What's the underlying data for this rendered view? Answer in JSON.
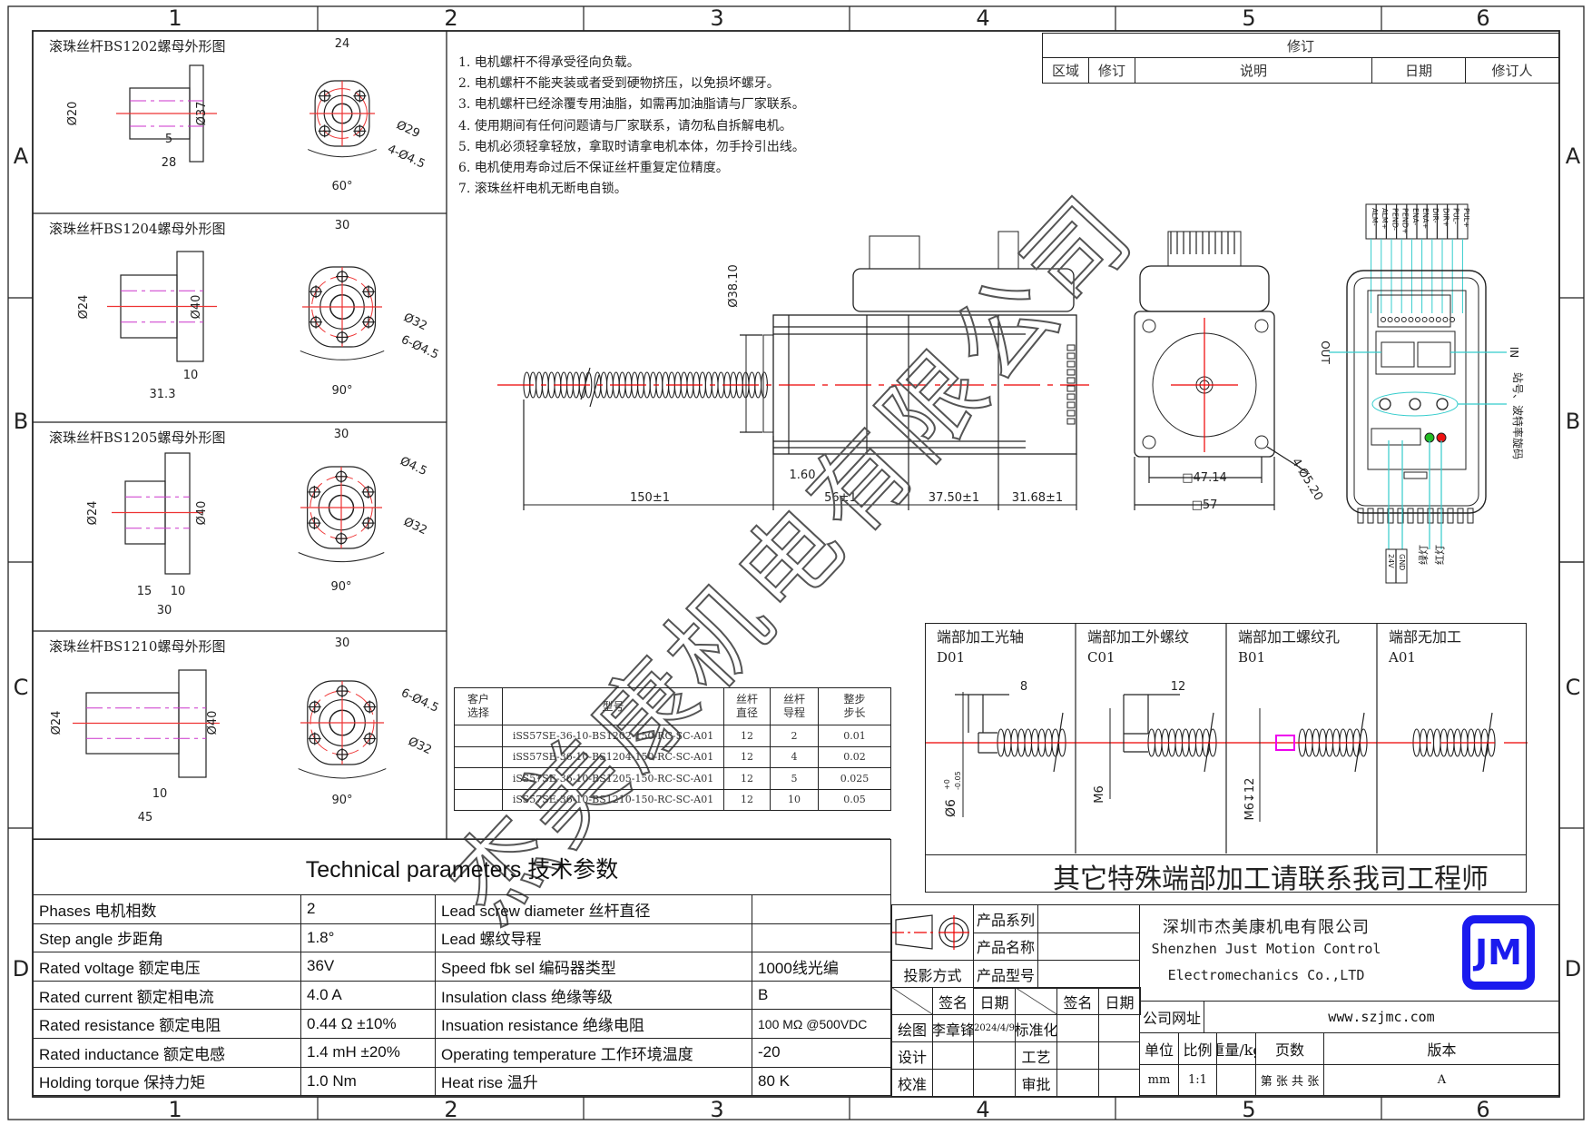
{
  "grid": {
    "columns": [
      "1",
      "2",
      "3",
      "4",
      "5",
      "6"
    ],
    "rows": [
      "A",
      "B",
      "C",
      "D"
    ]
  },
  "nut_panels": [
    {
      "title": "滚珠丝杆BS1202螺母外形图",
      "dims": [
        "Ø20",
        "Ø37",
        "5",
        "28",
        "24",
        "Ø29",
        "4-Ø4.5",
        "60°"
      ]
    },
    {
      "title": "滚珠丝杆BS1204螺母外形图",
      "dims": [
        "Ø24",
        "Ø40",
        "10",
        "31.3",
        "30",
        "Ø32",
        "6-Ø4.5",
        "90°"
      ]
    },
    {
      "title": "滚珠丝杆BS1205螺母外形图",
      "dims": [
        "Ø24",
        "Ø40",
        "15",
        "10",
        "30",
        "30",
        "Ø4.5",
        "Ø32",
        "90°"
      ]
    },
    {
      "title": "滚珠丝杆BS1210螺母外形图",
      "dims": [
        "Ø24",
        "Ø40",
        "10",
        "45",
        "30",
        "6-Ø4.5",
        "Ø32",
        "90°"
      ]
    }
  ],
  "notes": [
    "1. 电机螺杆不得承受径向负载。",
    "2. 电机螺杆不能夹装或者受到硬物挤压，以免损坏螺牙。",
    "3. 电机螺杆已经涂覆专用油脂，如需再加油脂请与厂家联系。",
    "4. 使用期间有任何问题请与厂家联系，请勿私自拆解电机。",
    "5. 电机必须轻拿轻放，拿取时请拿电机本体，勿手拎引出线。",
    "6. 电机使用寿命过后不保证丝杆重复定位精度。",
    "7. 滚珠丝杆电机无断电自锁。"
  ],
  "revision": {
    "title": "修订",
    "headers": [
      "区域",
      "修订",
      "说明",
      "日期",
      "修订人"
    ]
  },
  "motor_drawing": {
    "shaft_dia": "Ø38.10",
    "gap": "1.60",
    "screw_len": "150±1",
    "body_len": "56±1",
    "encoder_len": "37.50±1",
    "rear_len": "31.68±1",
    "hole_pitch": "□47.14",
    "flange": "□57",
    "holes": "4-Ø5.20"
  },
  "driver": {
    "terminals": [
      "ALM-",
      "ALM+",
      "PEND-",
      "PEND+",
      "ENA-",
      "ENA+",
      "DIR-",
      "DIR+",
      "PUL-",
      "PUL+"
    ],
    "out_label": "OUT",
    "in_label": "IN",
    "dial_label": "站号、波特率旋码",
    "power": [
      "24V",
      "GND"
    ],
    "leds": [
      "绿灯",
      "红灯"
    ],
    "colors": {
      "green_led": "#22bb22",
      "red_led": "#ee1111",
      "leader": "#33cccc"
    }
  },
  "model_table": {
    "headers": [
      "客户\n选择",
      "型号",
      "丝杆\n直径",
      "丝杆\n导程",
      "整步\n步长"
    ],
    "rows": [
      [
        "",
        "iSS57SE-36-10-BS1202-150-RC-SC-A01",
        "12",
        "2",
        "0.01"
      ],
      [
        "",
        "iSS57SE-36-10-BS1204-150-RC-SC-A01",
        "12",
        "4",
        "0.02"
      ],
      [
        "",
        "iSS57SE-36-10-BS1205-150-RC-SC-A01",
        "12",
        "5",
        "0.025"
      ],
      [
        "",
        "iSS57SE-36-10-BS1210-150-RC-SC-A01",
        "12",
        "10",
        "0.05"
      ]
    ]
  },
  "end_machining": {
    "panels": [
      {
        "title": "端部加工光轴",
        "code": "D01",
        "dim_len": "8",
        "dim_dia": "Ø6",
        "tol_up": "+0",
        "tol_low": "-0.05"
      },
      {
        "title": "端部加工外螺纹",
        "code": "C01",
        "dim_len": "12",
        "dim_dia": "M6"
      },
      {
        "title": "端部加工螺纹孔",
        "code": "B01",
        "dim_dia": "M6↧12"
      },
      {
        "title": "端部无加工",
        "code": "A01"
      }
    ],
    "footer": "其它特殊端部加工请联系我司工程师"
  },
  "tech_params": {
    "title": "Technical parameters 技术参数",
    "rows": [
      [
        "Phases 电机相数",
        "2",
        "Lead screw diameter 丝杆直径",
        ""
      ],
      [
        "Step angle 步距角",
        "1.8°",
        "Lead 螺纹导程",
        ""
      ],
      [
        "Rated voltage 额定电压",
        "36V",
        "Speed fbk sel  编码器类型",
        "1000线光编"
      ],
      [
        "Rated current 额定相电流",
        "4.0 A",
        "Insulation class 绝缘等级",
        "B"
      ],
      [
        "Rated resistance 额定电阻",
        "0.44 Ω  ±10%",
        "Insuation resistance 绝缘电阻",
        "100 MΩ @500VDC"
      ],
      [
        "Rated inductance 额定电感",
        "1.4 mH ±20%",
        "Operating temperature 工作环境温度",
        "-20"
      ],
      [
        "Holding torque 保持力矩",
        "1.0 Nm",
        "Heat rise 温升",
        "80 K"
      ]
    ]
  },
  "title_block": {
    "projection_label": "投影方式",
    "fields": [
      "产品系列",
      "产品名称",
      "产品型号"
    ],
    "sign_headers": [
      "签名",
      "日期",
      "签名",
      "日期"
    ],
    "roles": [
      {
        "role": "绘图",
        "name": "李章锋",
        "date": "2024/4/9",
        "role2": "标准化"
      },
      {
        "role": "设计",
        "role2": "工艺"
      },
      {
        "role": "校准",
        "role2": "审批"
      }
    ],
    "company_cn": "深圳市杰美康机电有限公司",
    "company_en1": "Shenzhen Just Motion Control",
    "company_en2": "Electromechanics Co.,LTD",
    "website_label": "公司网址",
    "website": "www.szjmc.com",
    "info_headers": [
      "单位",
      "比例",
      "重量/kg",
      "页数",
      "版本"
    ],
    "info_values": [
      "mm",
      "1:1",
      "",
      "第 张 共 张",
      "A"
    ],
    "logo_text": "JM",
    "logo_color": "#1a1aee"
  },
  "watermark": "杰美康机电有限公司"
}
